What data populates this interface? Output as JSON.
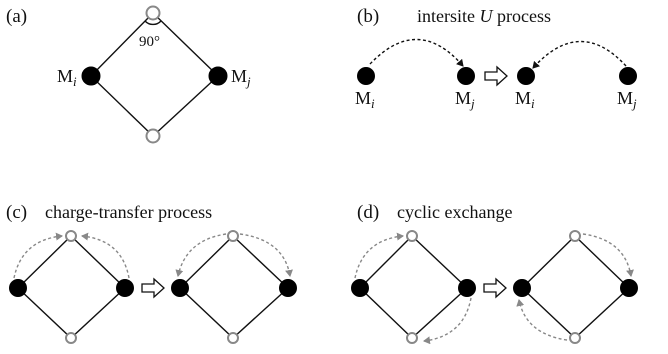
{
  "panels": {
    "a": {
      "tag": "(a)",
      "angle": "90°",
      "metal_left": "M",
      "sub_left": "i",
      "metal_right": "M",
      "sub_right": "j"
    },
    "b": {
      "tag": "(b)",
      "title": "intersite ",
      "title_italic": "U",
      "title_rest": " process",
      "m1": "M",
      "s1": "i",
      "m2": "M",
      "s2": "j",
      "m3": "M",
      "s3": "i",
      "m4": "M",
      "s4": "j"
    },
    "c": {
      "tag": "(c)",
      "title": "charge-transfer process"
    },
    "d": {
      "tag": "(d)",
      "title": "cyclic exchange"
    }
  },
  "colors": {
    "metal": "#000000",
    "ligand_outline": "#888888",
    "bond": "#111111",
    "arrow_gray": "#888888"
  }
}
